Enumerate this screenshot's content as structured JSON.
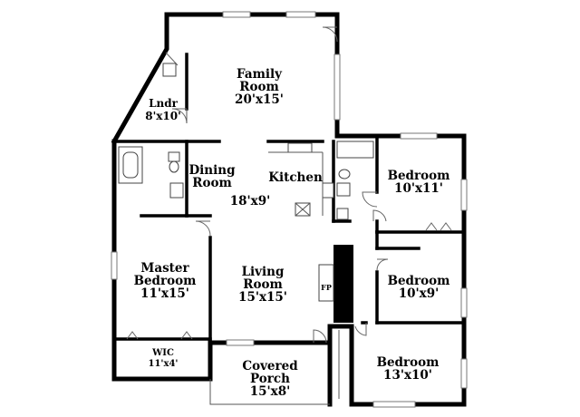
{
  "rooms": {
    "family": {
      "name_1": "Family",
      "name_2": "Room",
      "size": "20'x15'"
    },
    "laundry": {
      "name": "Lndr",
      "size": "8'x10'"
    },
    "dining": {
      "name_1": "Dining",
      "name_2": "Room"
    },
    "kitchen": {
      "name": "Kitchen"
    },
    "dining_kitchen_size": "18'x9'",
    "bedroom_1": {
      "name": "Bedroom",
      "size": "10'x11'"
    },
    "master": {
      "name_1": "Master",
      "name_2": "Bedroom",
      "size": "11'x15'"
    },
    "living": {
      "name_1": "Living",
      "name_2": "Room",
      "size": "15'x15'"
    },
    "fireplace": "FP",
    "bedroom_2": {
      "name": "Bedroom",
      "size": "10'x9'"
    },
    "wic": {
      "name": "WIC",
      "size": "11'x4'"
    },
    "porch": {
      "name_1": "Covered",
      "name_2": "Porch",
      "size": "15'x8'"
    },
    "bedroom_3": {
      "name": "Bedroom",
      "size": "13'x10'"
    }
  }
}
